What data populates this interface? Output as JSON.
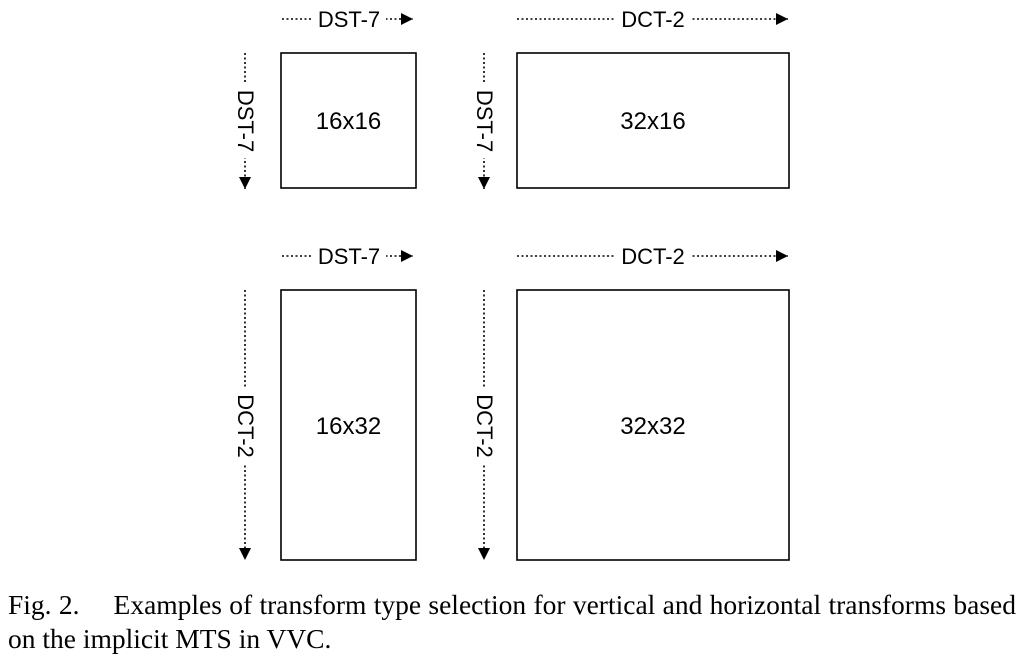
{
  "blocks": [
    {
      "label": "16x16",
      "horizontal": "DST-7",
      "vertical": "DST-7"
    },
    {
      "label": "32x16",
      "horizontal": "DCT-2",
      "vertical": "DST-7"
    },
    {
      "label": "16x32",
      "horizontal": "DST-7",
      "vertical": "DCT-2"
    },
    {
      "label": "32x32",
      "horizontal": "DCT-2",
      "vertical": "DCT-2"
    }
  ],
  "caption": {
    "number": "Fig. 2.",
    "text": "Examples of transform type selection for vertical and horizontal transforms based on the implicit MTS in VVC."
  }
}
